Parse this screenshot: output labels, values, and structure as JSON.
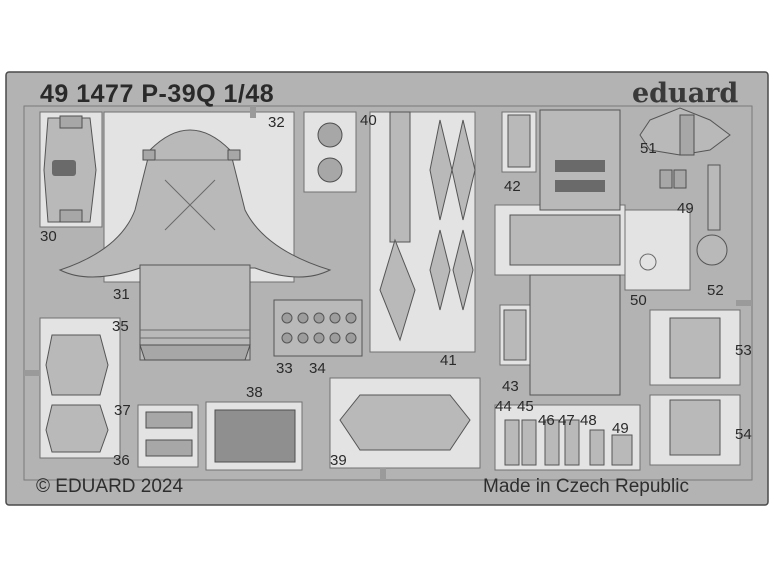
{
  "fret": {
    "title": "49 1477 P-39Q 1/48",
    "brand": "eduard",
    "copyright": "© EDUARD 2024",
    "origin": "Made in Czech Republic"
  },
  "part_numbers": [
    "30",
    "31",
    "32",
    "33",
    "34",
    "35",
    "36",
    "37",
    "38",
    "39",
    "40",
    "41",
    "42",
    "43",
    "44",
    "45",
    "46",
    "47",
    "48",
    "49",
    "49",
    "50",
    "51",
    "52",
    "53",
    "54"
  ],
  "colors": {
    "fret_fill": "#b9b9b9",
    "fret_edge": "#555555",
    "background": "#ffffff",
    "text": "#2a2a2a"
  }
}
